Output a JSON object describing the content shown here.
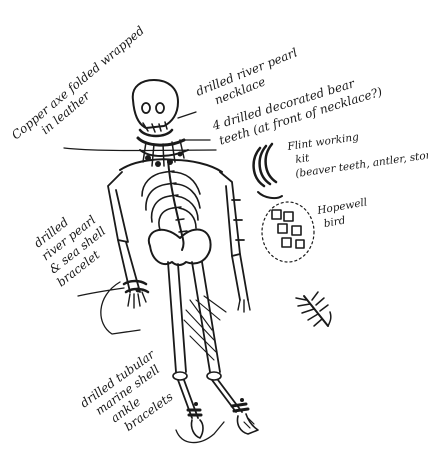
{
  "annotations": {
    "copper_axe": [
      "Copper axe folded wrapped",
      "in leather"
    ],
    "river_pearl_necklace": [
      "drilled river pearl",
      "necklace"
    ],
    "bear_teeth": [
      "4 drilled decorated bear",
      "teeth (at front of necklace?)"
    ],
    "flint_working_kit": [
      "Flint working",
      "kit",
      "(beaver teeth, antler, stone)"
    ],
    "hopewell_bird": [
      "Hopewell",
      "bird"
    ],
    "wrist_bracelet": [
      "drilled",
      "river pearl",
      "& sea shell",
      "bracelet"
    ],
    "ankle_bracelet": [
      "drilled tubular",
      "marine shell",
      "ankle",
      "bracelets"
    ]
  },
  "colors": {
    "ink": "#1a1a1a",
    "paper": "#ffffff"
  }
}
